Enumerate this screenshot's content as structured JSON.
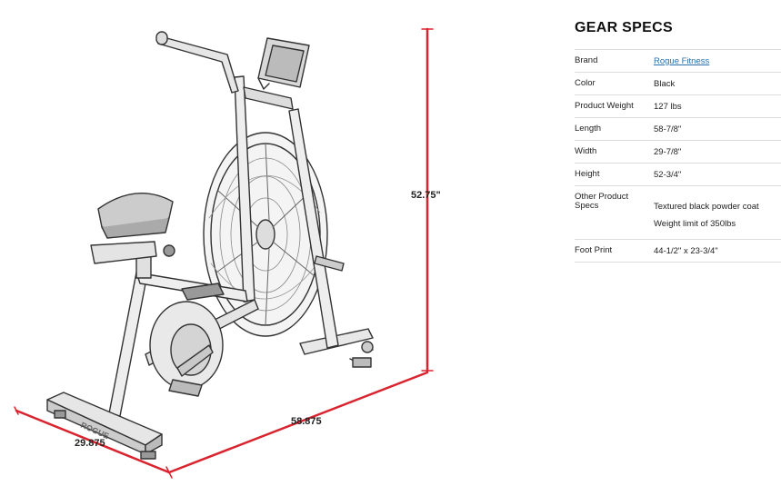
{
  "illustration": {
    "dimensions": {
      "height": "52.75\"",
      "length": "58.875",
      "width": "29.875"
    },
    "brand_mark": "ROGUE",
    "accent_color": "#d9232e"
  },
  "specs": {
    "title": "GEAR SPECS",
    "rows": [
      {
        "label": "Brand",
        "value": "Rogue Fitness",
        "link": true
      },
      {
        "label": "Color",
        "value": "Black"
      },
      {
        "label": "Product Weight",
        "value": "127 lbs"
      },
      {
        "label": "Length",
        "value": "58-7/8\""
      },
      {
        "label": "Width",
        "value": "29-7/8\""
      },
      {
        "label": "Height",
        "value": "52-3/4\""
      },
      {
        "label": "Other Product Specs",
        "values": [
          "Textured black powder coat",
          "Weight limit of 350lbs"
        ]
      },
      {
        "label": "Foot Print",
        "value": "44-1/2\" x 23-3/4\""
      }
    ]
  }
}
